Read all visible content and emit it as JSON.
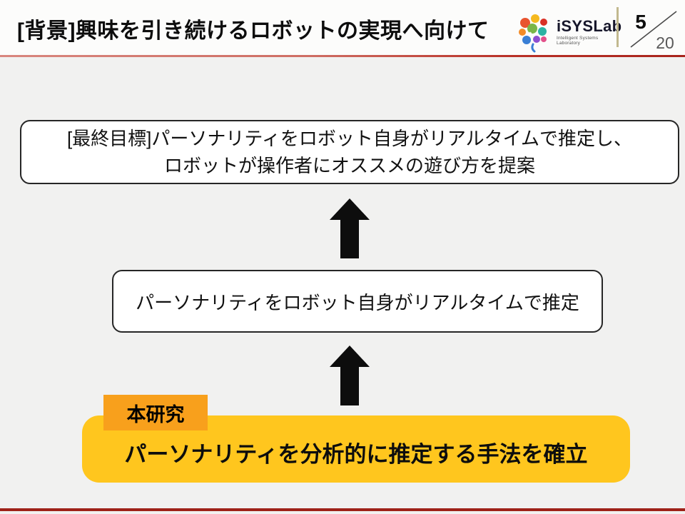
{
  "slide": {
    "header": {
      "title": "[背景]興味を引き続けるロボットの実現へ向けて",
      "logo": {
        "name": "iSYSLab",
        "subtitle": "Intelligent Systems Laboratory"
      },
      "page_number": {
        "current": "5",
        "total": "20"
      }
    },
    "diagram": {
      "goal_box": {
        "line1": "[最終目標]パーソナリティをロボット自身がリアルタイムで推定し、",
        "line2": "ロボットが操作者にオススメの遊び方を提案"
      },
      "middle_box": "パーソナリティをロボット自身がリアルタイムで推定",
      "research_tag": "本研究",
      "research_box": "パーソナリティを分析的に推定する手法を確立"
    },
    "colors": {
      "accent_red": "#b02a20",
      "gold": "#ffc61e",
      "orange": "#f8a01c",
      "tan_divider": "#c2b98f"
    }
  }
}
